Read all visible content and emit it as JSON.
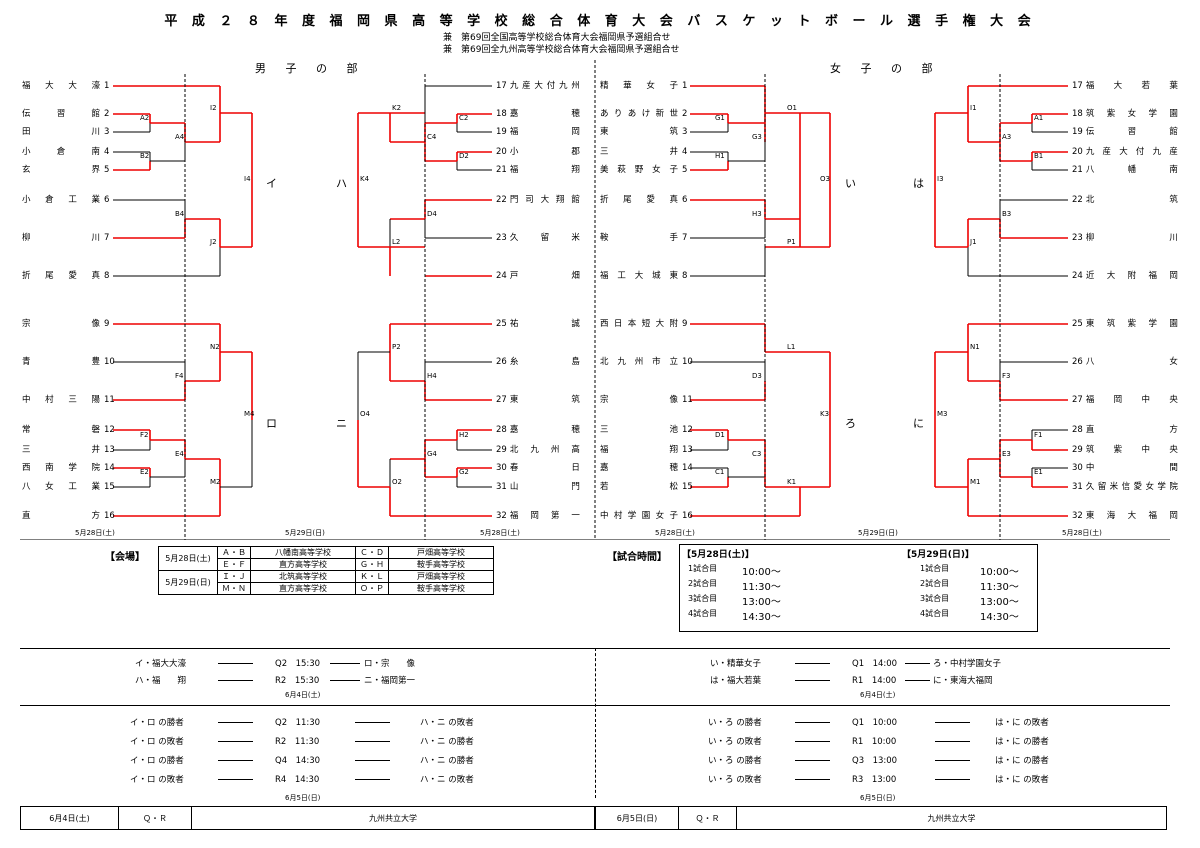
{
  "title": "平 成 ２ ８ 年 度 福 岡 県 高 等 学 校 総 合 体 育 大 会 バ ス ケ ッ ト ボ ー ル 選 手 権 大 会",
  "subtitles": [
    "兼　第69回全国高等学校総合体育大会福岡県予選組合せ",
    "兼　第69回全九州高等学校総合体育大会福岡県予選組合せ"
  ],
  "boys_header": "男 子 の 部",
  "girls_header": "女 子 の 部",
  "boys": {
    "left": [
      "福大大濠",
      "伝習館",
      "田川",
      "小倉南",
      "玄界",
      "小倉工業",
      "柳川",
      "折尾愛真",
      "宗像",
      "青豊",
      "中村三陽",
      "常磐",
      "三井",
      "西南学院",
      "八女工業",
      "直方"
    ],
    "left_nums": [
      "1",
      "2",
      "3",
      "4",
      "5",
      "6",
      "7",
      "8",
      "9",
      "10",
      "11",
      "12",
      "13",
      "14",
      "15",
      "16"
    ],
    "right": [
      "九産大付九州",
      "嘉穂",
      "福岡",
      "小郡",
      "福翔",
      "門司大翔館",
      "久留米",
      "戸畑",
      "祐誠",
      "糸島",
      "東筑",
      "嘉穂",
      "北九州高",
      "春日",
      "山門",
      "福岡第一"
    ],
    "right_nums": [
      "17",
      "18",
      "19",
      "20",
      "21",
      "22",
      "23",
      "24",
      "25",
      "26",
      "27",
      "28",
      "29",
      "30",
      "31",
      "32"
    ],
    "match_labels": {
      "A2": "A2",
      "B2": "B2",
      "A4": "A4",
      "B4": "B4",
      "I2": "I2",
      "J2": "J2",
      "I4": "I4",
      "F2": "F2",
      "E2": "E2",
      "F4": "F4",
      "E4": "E4",
      "N2": "N2",
      "M2": "M2",
      "M4": "M4",
      "C2": "C2",
      "D2": "D2",
      "C4": "C4",
      "D4": "D4",
      "K2": "K2",
      "L2": "L2",
      "K4": "K4",
      "H2": "H2",
      "G2": "G2",
      "H4": "H4",
      "G4": "G4",
      "P2": "P2",
      "O2": "O2",
      "O4": "O4"
    },
    "block_labels": [
      "イ",
      "ハ",
      "ロ",
      "ニ"
    ],
    "dates": [
      "5月28日(土)",
      "5月29日(日)",
      "5月28日(土)"
    ]
  },
  "girls": {
    "left": [
      "精華女子",
      "ありあけ新世",
      "東筑",
      "三井",
      "美萩野女子",
      "折尾愛真",
      "鞍手",
      "福工大城東",
      "西日本短大附",
      "北九州市立",
      "宗像",
      "三池",
      "福翔",
      "嘉穂",
      "若松",
      "中村学園女子"
    ],
    "left_nums": [
      "1",
      "2",
      "3",
      "4",
      "5",
      "6",
      "7",
      "8",
      "9",
      "10",
      "11",
      "12",
      "13",
      "14",
      "15",
      "16"
    ],
    "right": [
      "福大若葉",
      "筑紫女学園",
      "伝習館",
      "九産大付九産",
      "八幡南",
      "北筑",
      "柳川",
      "近大附福岡",
      "東筑紫学園",
      "八女",
      "福岡中央",
      "直方",
      "筑紫中央",
      "中間",
      "久留米信愛女学院",
      "東海大福岡"
    ],
    "right_nums": [
      "17",
      "18",
      "19",
      "20",
      "21",
      "22",
      "23",
      "24",
      "25",
      "26",
      "27",
      "28",
      "29",
      "30",
      "31",
      "32"
    ],
    "match_labels": {
      "G1": "G1",
      "H1": "H1",
      "G3": "G3",
      "H3": "H3",
      "O1": "O1",
      "P1": "P1",
      "O3": "O3",
      "D1": "D1",
      "C1": "C1",
      "D3": "D3",
      "C3": "C3",
      "L1": "L1",
      "K1": "K1",
      "K3": "K3",
      "A1": "A1",
      "B1": "B1",
      "A3": "A3",
      "B3": "B3",
      "I1": "I1",
      "J1": "J1",
      "I3": "I3",
      "F1": "F1",
      "E1": "E1",
      "F3": "F3",
      "E3": "E3",
      "N1": "N1",
      "M1": "M1",
      "M3": "M3"
    },
    "block_labels": [
      "い",
      "は",
      "ろ",
      "に"
    ],
    "dates": [
      "5月28日(土)",
      "5月29日(日)",
      "5月28日(土)"
    ]
  },
  "venue": {
    "heading": "【会場】",
    "rows": [
      [
        "5月28日(土)",
        "Ａ・Ｂ",
        "八幡南高等学校",
        "Ｃ・Ｄ",
        "戸畑高等学校"
      ],
      [
        "",
        "Ｅ・Ｆ",
        "直方高等学校",
        "Ｇ・Ｈ",
        "鞍手高等学校"
      ],
      [
        "5月29日(日)",
        "Ｉ・Ｊ",
        "北筑高等学校",
        "Ｋ・Ｌ",
        "戸畑高等学校"
      ],
      [
        "",
        "Ｍ・Ｎ",
        "直方高等学校",
        "Ｏ・Ｐ",
        "鞍手高等学校"
      ]
    ]
  },
  "times": {
    "heading": "【試合時間】",
    "day1": "【5月28日(土)】",
    "day2": "【5月29日(日)】",
    "rows": [
      [
        "1試合目",
        "10:00～"
      ],
      [
        "2試合目",
        "11:30～"
      ],
      [
        "3試合目",
        "13:00～"
      ],
      [
        "4試合目",
        "14:30～"
      ]
    ]
  },
  "finals_boys": [
    [
      "イ・福大大濠",
      "Q2　15:30",
      "ロ・宗　　像"
    ],
    [
      "ハ・福　　翔",
      "R2　15:30",
      "ニ・福岡第一"
    ]
  ],
  "finals_girls": [
    [
      "い・精華女子",
      "Q1　14:00",
      "ろ・中村学園女子"
    ],
    [
      "は・福大若葉",
      "R1　14:00",
      "に・東海大福岡"
    ]
  ],
  "finals_date": "6月4日(土)",
  "last_boys": [
    [
      "イ・ロ の勝者",
      "Q2　11:30",
      "ハ・ニ の敗者"
    ],
    [
      "イ・ロ の敗者",
      "R2　11:30",
      "ハ・ニ の勝者"
    ],
    [
      "イ・ロ の勝者",
      "Q4　14:30",
      "ハ・ニ の勝者"
    ],
    [
      "イ・ロ の敗者",
      "R4　14:30",
      "ハ・ニ の敗者"
    ]
  ],
  "last_girls": [
    [
      "い・ろ の勝者",
      "Q1　10:00",
      "は・に の敗者"
    ],
    [
      "い・ろ の敗者",
      "R1　10:00",
      "は・に の勝者"
    ],
    [
      "い・ろ の勝者",
      "Q3　13:00",
      "は・に の勝者"
    ],
    [
      "い・ろ の敗者",
      "R3　13:00",
      "は・に の敗者"
    ]
  ],
  "last_date": "6月5日(日)",
  "bottom": {
    "left": [
      "6月4日(土)",
      "Ｑ・Ｒ",
      "九州共立大学"
    ],
    "right": [
      "6月5日(日)",
      "Ｑ・Ｒ",
      "九州共立大学"
    ]
  }
}
